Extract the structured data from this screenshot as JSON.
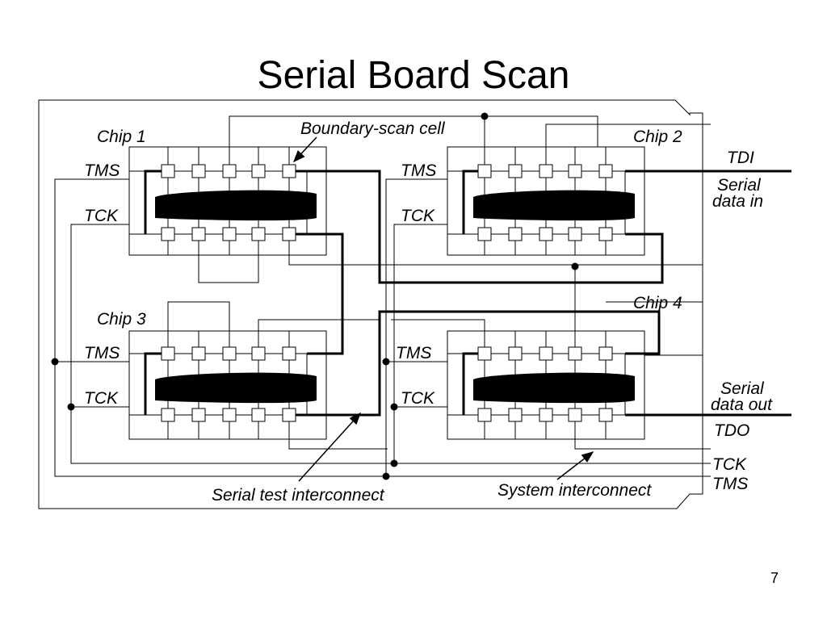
{
  "slide": {
    "title": "Serial Board Scan",
    "page_number": "7"
  },
  "diagram": {
    "chips": {
      "chip1": {
        "name": "Chip 1",
        "tms": "TMS",
        "tck": "TCK"
      },
      "chip2": {
        "name": "Chip 2",
        "tms": "TMS",
        "tck": "TCK"
      },
      "chip3": {
        "name": "Chip 3",
        "tms": "TMS",
        "tck": "TCK"
      },
      "chip4": {
        "name": "Chip 4",
        "tms": "TMS",
        "tck": "TCK"
      }
    },
    "labels": {
      "boundary_scan_cell": "Boundary-scan cell",
      "tdi": "TDI",
      "serial_data_in_1": "Serial",
      "serial_data_in_2": "data in",
      "serial_data_out_1": "Serial",
      "serial_data_out_2": "data out",
      "tdo": "TDO",
      "tck": "TCK",
      "tms": "TMS",
      "serial_test_interconnect": "Serial test interconnect",
      "system_interconnect": "System interconnect"
    }
  }
}
